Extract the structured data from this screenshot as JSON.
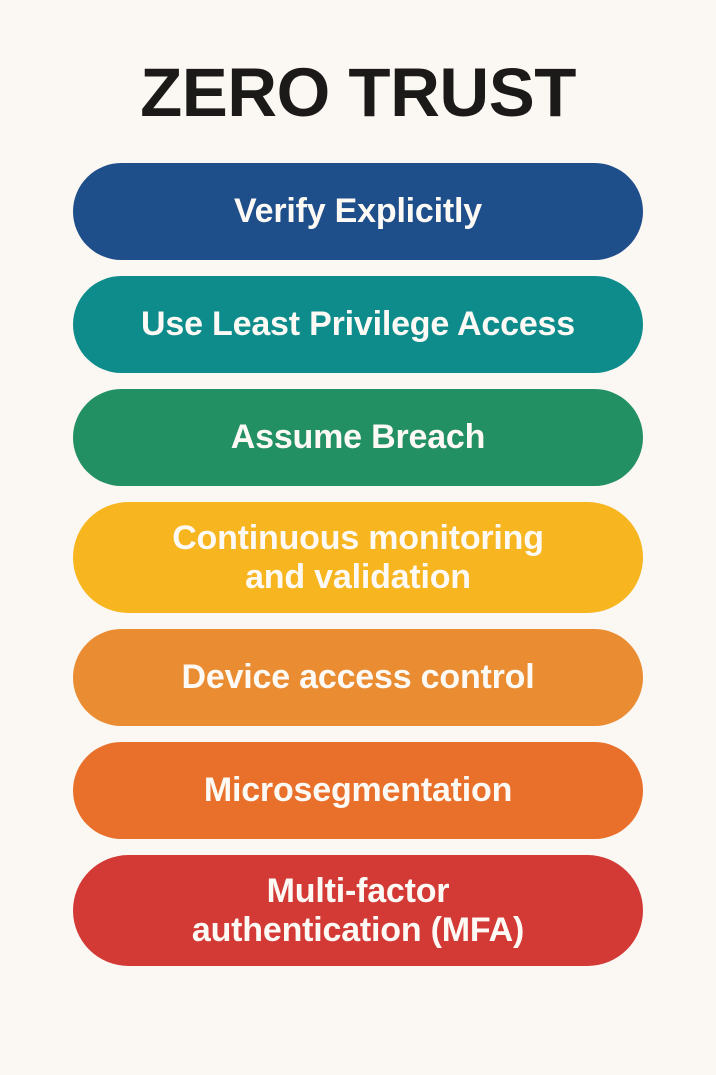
{
  "poster": {
    "title": "ZERO TRUST",
    "background_color": "#fbf7f2",
    "title_color": "#1c1a19",
    "pill_text_color": "#fdf9f5"
  },
  "principles": [
    {
      "label": "Verify Explicitly",
      "color": "#1f4f8a",
      "lines": 1
    },
    {
      "label": "Use Least Privilege Access",
      "color": "#0e8c8c",
      "lines": 1
    },
    {
      "label": "Assume Breach",
      "color": "#229063",
      "lines": 1
    },
    {
      "label": "Continuous monitoring\nand validation",
      "color": "#f7b51f",
      "lines": 2
    },
    {
      "label": "Device access control",
      "color": "#ea8c32",
      "lines": 1
    },
    {
      "label": "Microsegmentation",
      "color": "#e8702a",
      "lines": 1
    },
    {
      "label": "Multi-factor\nauthentication (MFA)",
      "color": "#d33a36",
      "lines": 2
    }
  ]
}
